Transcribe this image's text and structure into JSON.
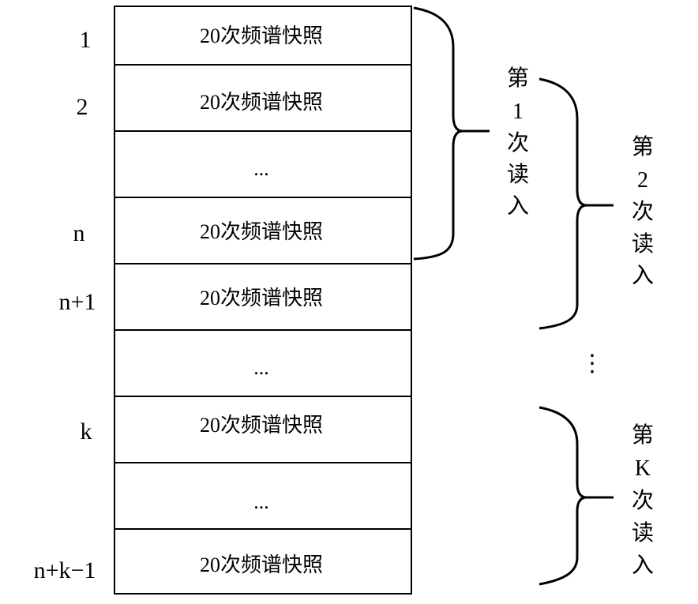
{
  "rows": [
    {
      "index": "1",
      "content": "20次频谱快照"
    },
    {
      "index": "2",
      "content": "20次频谱快照"
    },
    {
      "index": "",
      "content": "..."
    },
    {
      "index": "n",
      "content": "20次频谱快照"
    },
    {
      "index": "n+1",
      "content": "20次频谱快照"
    },
    {
      "index": "",
      "content": "..."
    },
    {
      "index": "k",
      "content": "20次频谱快照"
    },
    {
      "index": "",
      "content": "..."
    },
    {
      "index": "n+k−1",
      "content": "20次频谱快照"
    }
  ],
  "reads": [
    {
      "chars": [
        "第",
        "1",
        "次",
        "读",
        "入"
      ]
    },
    {
      "chars": [
        "第",
        "2",
        "次",
        "读",
        "入"
      ]
    },
    {
      "chars": [
        "第",
        "K",
        "次",
        "读",
        "入"
      ]
    }
  ],
  "between_reads_ellipsis": "⋮"
}
